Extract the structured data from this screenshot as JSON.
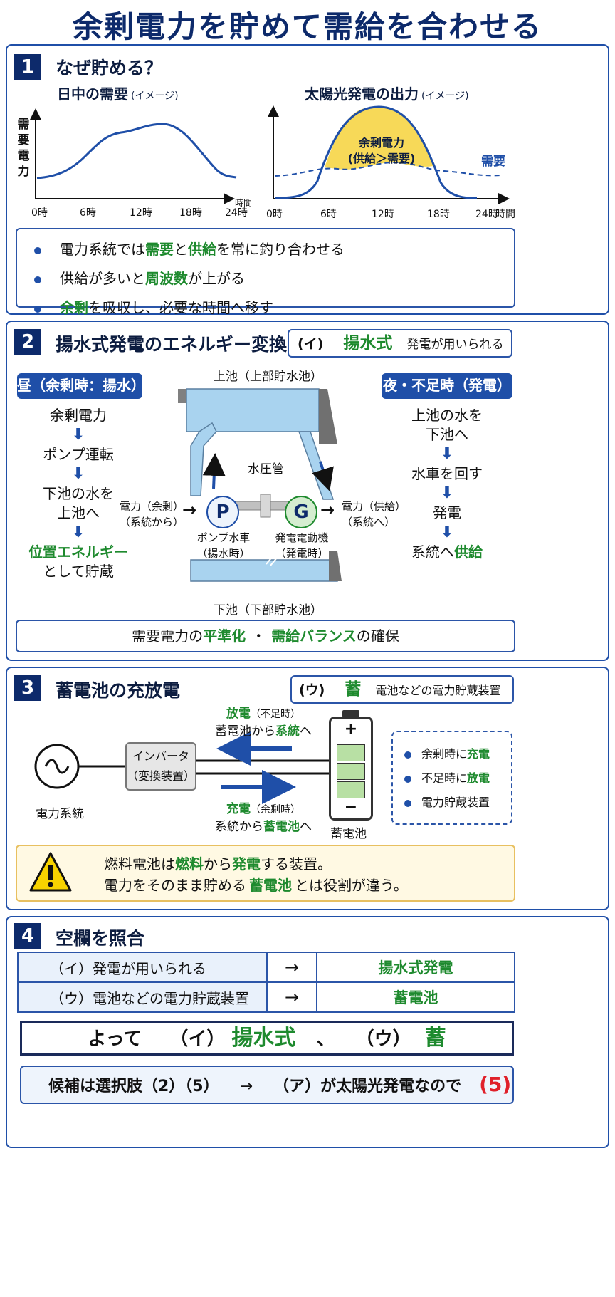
{
  "title": "余剰電力を貯めて需給を合わせる",
  "s1": {
    "num": "1",
    "title": "なぜ貯める？",
    "chart_left": {
      "title": "日中の需要",
      "title_small": "(イメージ)",
      "ylabel": [
        "需",
        "要",
        "電",
        "力"
      ],
      "xlabel": "時間",
      "ticks": [
        "0時",
        "6時",
        "12時",
        "18時",
        "24時"
      ]
    },
    "chart_right": {
      "title": "太陽光発電の出力",
      "title_small": "(イメージ)",
      "surplus_label": "余剰電力",
      "surplus_sub": "(供給＞需要)",
      "demand_label": "需要",
      "xlabel": "時間",
      "ticks": [
        "0時",
        "6時",
        "12時",
        "18時",
        "24時"
      ]
    },
    "bullets": [
      {
        "a": "電力系統では",
        "b": "需要",
        "c": "と",
        "d": "供給",
        "e": "を常に釣り合わせる"
      },
      {
        "a": "供給が多いと",
        "b": "周波数",
        "c": "が上がる"
      },
      {
        "b": "余剰",
        "c": "を吸収し、必要な時間へ移す"
      }
    ]
  },
  "s2": {
    "num": "2",
    "title": "揚水式発電のエネルギー変換",
    "blank_key": "(イ)",
    "blank_answer": "揚水式",
    "blank_rest": "発電が用いられる",
    "left_tag": "昼（余剰時：揚水）",
    "left_steps": [
      "余剰電力",
      "ポンプ運転",
      "下池の水を",
      "上池へ",
      "位置エネルギー",
      "として貯蔵"
    ],
    "right_tag": "夜・不足時（発電）",
    "right_steps": [
      "上池の水を",
      "下池へ",
      "水車を回す",
      "発電",
      "系統へ",
      "供給"
    ],
    "upper_pond": "上池（上部貯水池）",
    "lower_pond": "下池（下部貯水池）",
    "penstock": "水圧管",
    "pump_letter": "P",
    "gen_letter": "G",
    "power_in": [
      "電力（余剰）",
      "（系統から）"
    ],
    "power_out": [
      "電力（供給）",
      "（系統へ）"
    ],
    "pump_label": [
      "ポンプ水車",
      "（揚水時）"
    ],
    "gen_label": [
      "発電電動機",
      "（発電時）"
    ],
    "bottom": {
      "a": "需要電力の",
      "b": "平準化",
      "c": "・",
      "d": "需給バランス",
      "e": "の確保"
    }
  },
  "s3": {
    "num": "3",
    "title": "蓄電池の充放電",
    "blank_key": "(ウ)",
    "blank_answer": "蓄",
    "blank_rest": "電池などの電力貯蔵装置",
    "grid_label": "電力系統",
    "inverter": [
      "インバータ",
      "（変換装置）"
    ],
    "discharge": {
      "t": "放電",
      "s": "（不足時）",
      "l2a": "蓄電池から",
      "l2b": "系統",
      "l2c": "へ"
    },
    "charge": {
      "t": "充電",
      "s": "（余剰時）",
      "l2a": "系統から",
      "l2b": "蓄電池",
      "l2c": "へ"
    },
    "battery_label": "蓄電池",
    "plus": "+",
    "minus": "−",
    "side": [
      {
        "a": "余剰時に",
        "b": "充電"
      },
      {
        "a": "不足時に",
        "b": "放電"
      },
      {
        "a": "電力貯蔵装置",
        "b": ""
      }
    ],
    "warn1": {
      "a": "燃料電池は",
      "b": "燃料",
      "c": "から",
      "d": "発電",
      "e": "する装置。"
    },
    "warn2": {
      "a": "電力をそのまま貯める",
      "b": "蓄電池",
      "c": "とは役割が違う。"
    }
  },
  "s4": {
    "num": "4",
    "title": "空欄を照合",
    "rows": [
      {
        "q": "（イ）発電が用いられる",
        "arrow": "→",
        "a": "揚水式発電"
      },
      {
        "q": "（ウ）電池などの電力貯蔵装置",
        "arrow": "→",
        "a": "蓄電池"
      }
    ],
    "result": {
      "a": "よって",
      "b": "（イ）",
      "c": "揚水式",
      "d": "、",
      "e": "（ウ）",
      "f": "蓄"
    },
    "final": {
      "a": "候補は選択肢（2）（5）",
      "b": "→",
      "c": "（ア）が太陽光発電なので",
      "d": "(5)"
    }
  }
}
